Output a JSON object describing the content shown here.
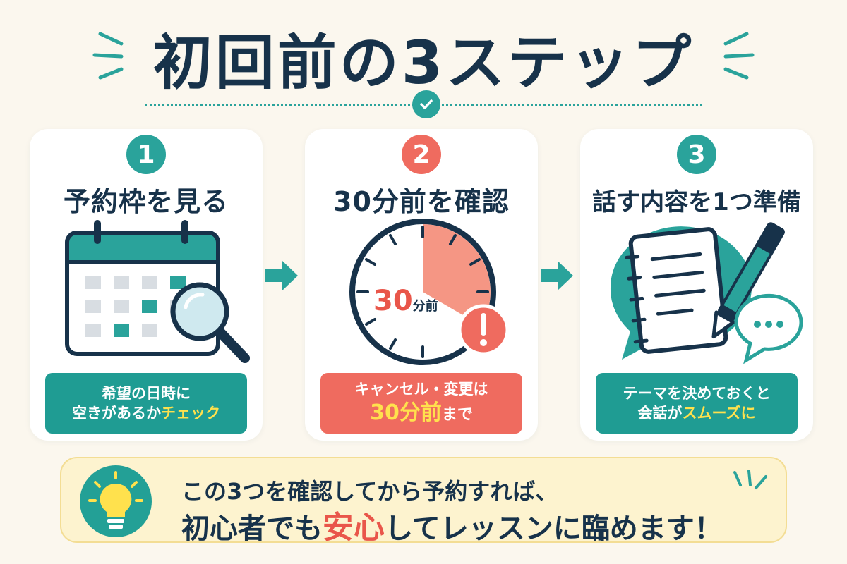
{
  "title": "初回前の3ステップ",
  "colors": {
    "teal": "#2aa39b",
    "red": "#ef6b5f",
    "navy": "#17324a",
    "yellow": "#ffe14d",
    "background": "#fbf7ee"
  },
  "steps": [
    {
      "number": "1",
      "title": "予約枠を見る",
      "icon": "calendar-magnifier-icon",
      "banner_line1": "希望の日時に",
      "banner_line2_prefix": "空きがあるか",
      "banner_line2_highlight": "チェック"
    },
    {
      "number": "2",
      "title": "30分前を確認",
      "icon": "clock-alert-icon",
      "clock_label_number": "30",
      "clock_label_unit": "分前",
      "banner_line1": "キャンセル・変更は",
      "banner_line2_highlight": "30分前",
      "banner_line2_suffix": "まで"
    },
    {
      "number": "3",
      "title": "話す内容を1つ準備",
      "icon": "notebook-pen-icon",
      "banner_line1": "テーマを決めておくと",
      "banner_line2_prefix": "会話が",
      "banner_line2_highlight": "スムーズに"
    }
  ],
  "tip": {
    "icon": "lightbulb-icon",
    "line1": "この3つを確認してから予約すれば、",
    "line2_prefix": "初心者でも",
    "line2_highlight": "安心",
    "line2_suffix": "してレッスンに臨めます！"
  }
}
